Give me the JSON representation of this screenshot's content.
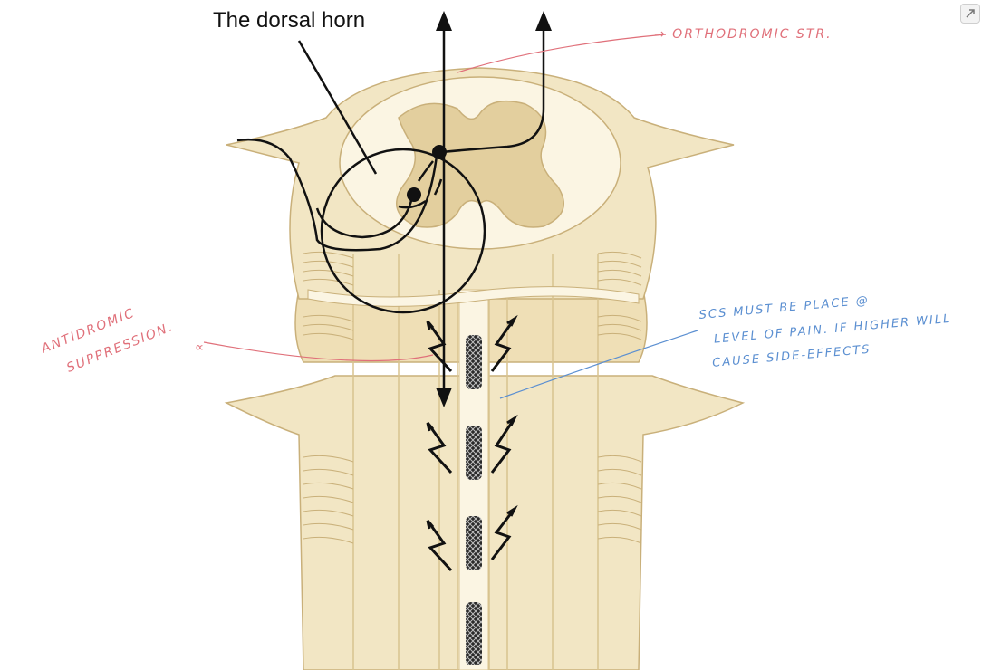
{
  "diagram": {
    "title_label": "The dorsal horn",
    "annotations": {
      "orthodromic": "→ ORTHODROMIC STR.",
      "antidromic_line1": "ANTIDROMIC",
      "antidromic_line2": "SUPPRESSION.",
      "scs_line1": "SCS MUST BE PLACE @",
      "scs_line2": "LEVEL OF PAIN. IF HIGHER WILL",
      "scs_line3": "CAUSE SIDE-EFFECTS"
    },
    "colors": {
      "tissue_light": "#f2e6c4",
      "tissue_mid": "#e8d6a6",
      "tissue_outline": "#c9b07a",
      "grey_matter": "#e3cf9e",
      "white_matter": "#fbf5e3",
      "annotation_red": "#e0707a",
      "annotation_blue": "#5b8fd1",
      "ink": "#111111"
    },
    "icons": [
      "expand-icon",
      "lightning-bolt-icon",
      "electrode-lead-icon"
    ]
  }
}
